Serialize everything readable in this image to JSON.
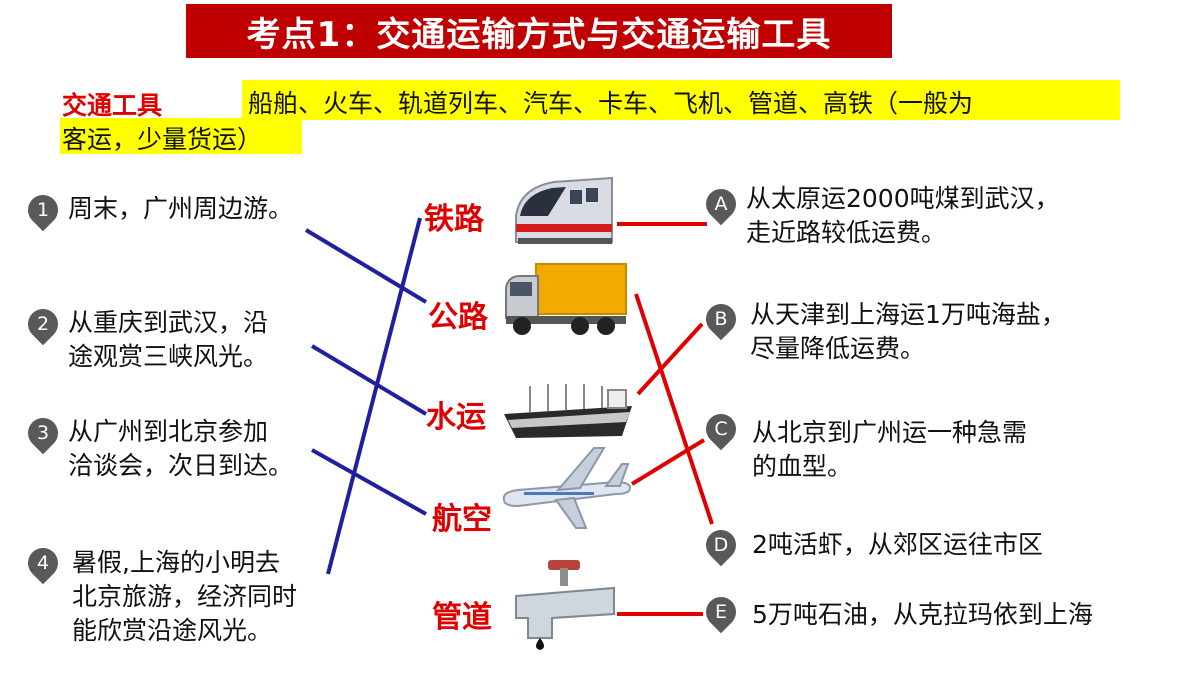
{
  "title": "考点1：交通运输方式与交通运输工具",
  "tools": {
    "label": "交通工具",
    "list_line1": "船舶、火车、轨道列车、汽车、卡车、飞机、管道、高铁（一般为",
    "list_line2": "客运，少量货运）"
  },
  "questions": [
    {
      "num": "1",
      "line1": "周末，广州周边游。",
      "line2": "",
      "line3": ""
    },
    {
      "num": "2",
      "line1": "从重庆到武汉，沿",
      "line2": "途观赏三峡风光。",
      "line3": ""
    },
    {
      "num": "3",
      "line1": "从广州到北京参加",
      "line2": "洽谈会，次日到达。",
      "line3": ""
    },
    {
      "num": "4",
      "line1": "暑假,上海的小明去",
      "line2": "北京旅游，经济同时",
      "line3": "能欣赏沿途风光。"
    }
  ],
  "modes": [
    "铁路",
    "公路",
    "水运",
    "航空",
    "管道"
  ],
  "answers": [
    {
      "letter": "A",
      "line1": "从太原运2000吨煤到武汉，",
      "line2": "走近路较低运费。"
    },
    {
      "letter": "B",
      "line1": "从天津到上海运1万吨海盐，",
      "line2": "尽量降低运费。"
    },
    {
      "letter": "C",
      "line1": "从北京到广州运一种急需",
      "line2": "的血型。"
    },
    {
      "letter": "D",
      "line1": "2吨活虾，从郊区运往市区",
      "line2": ""
    },
    {
      "letter": "E",
      "line1": "5万吨石油，从克拉玛依到上海",
      "line2": ""
    }
  ],
  "colors": {
    "accent": "#c00000",
    "mode_text": "#e00000",
    "left_lines": "#1f1fa0",
    "right_lines": "#e00000",
    "highlight": "#ffff00",
    "pin": "#595959"
  },
  "icons": [
    "train-icon",
    "truck-icon",
    "ship-icon",
    "airplane-icon",
    "pipeline-icon"
  ]
}
